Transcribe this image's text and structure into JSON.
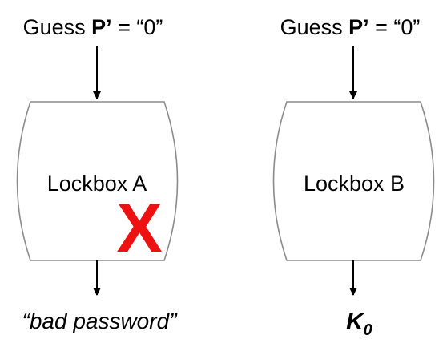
{
  "left": {
    "guess_prefix": "Guess ",
    "guess_var": "P’",
    "guess_suffix": " = “0”",
    "box_label": "Lockbox A",
    "status_mark": "X",
    "output": "“bad password”"
  },
  "right": {
    "guess_prefix": "Guess ",
    "guess_var": "P’",
    "guess_suffix": " = “0”",
    "box_label": "Lockbox B",
    "output_base": "K",
    "output_sub": "0"
  },
  "colors": {
    "box_stroke": "#8c8c8c",
    "arrow": "#000000",
    "x_mark": "#ee1111"
  }
}
